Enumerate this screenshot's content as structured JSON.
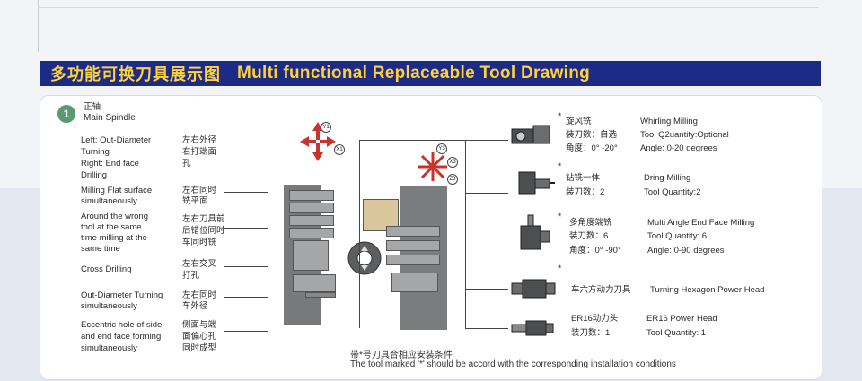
{
  "banner": {
    "title_cn": "多功能可换刀具展示图",
    "title_en": "Multi functional Replaceable Tool Drawing"
  },
  "spindle": {
    "number": "1",
    "cn": "正轴",
    "en": "Main Spindle"
  },
  "left_ops": [
    {
      "en": [
        "Left: Out-Diameter",
        "Turning",
        "Right: End face",
        "Drilling"
      ],
      "cn": [
        "左右外径",
        "右打端面",
        "孔"
      ]
    },
    {
      "en": [
        "Milling Flat surface",
        "simultaneously"
      ],
      "cn": [
        "左右同时",
        "铣平面"
      ]
    },
    {
      "en": [
        "Around the wrong",
        "tool at the same",
        "time milling at the",
        "same time"
      ],
      "cn": [
        "左右刀具前",
        "后错位同时",
        "车同时铣"
      ]
    },
    {
      "en": [
        "Cross Drilling"
      ],
      "cn": [
        "左右交叉",
        "打孔"
      ]
    },
    {
      "en": [
        "Out-Diameter Turning",
        "simultaneously"
      ],
      "cn": [
        "左右同时",
        "车外径"
      ]
    },
    {
      "en": [
        "Eccentric hole of side",
        "and end face forming",
        "simultaneously"
      ],
      "cn": [
        "侧面与端",
        "面偏心孔",
        "同时成型"
      ]
    }
  ],
  "axes": {
    "left": [
      "Y1",
      "X1"
    ],
    "right": [
      "Y3",
      "X3",
      "Z3"
    ]
  },
  "tools": [
    {
      "star": "*",
      "cn_name": "旋风铣",
      "cn_qty": "装刀数：自选",
      "cn_angle": "角度：0° -20°",
      "en_name": "Whirling Milling",
      "en_qty": "Tool Q2uantity:Optional",
      "en_angle": "Angle: 0-20 degrees"
    },
    {
      "star": "*",
      "cn_name": "钻铣一体",
      "cn_qty": "装刀数：2",
      "en_name": "Dring  Milling",
      "en_qty": "Tool Quantity:2"
    },
    {
      "star": "*",
      "cn_name": "多角度端铣",
      "cn_qty": "装刀数：6",
      "cn_angle": "角度：0° -90°",
      "en_name": "Multi Angle End Face Milling",
      "en_qty": "Tool Quantity: 6",
      "en_angle": "Angle: 0-90 degrees"
    },
    {
      "star": "*",
      "cn_name": "车六方动力刀具",
      "en_name": "Turning Hexagon Power Head"
    },
    {
      "cn_name": "ER16动力头",
      "cn_qty": "装刀数：1",
      "en_name": "ER16 Power Head",
      "en_qty": "Tool Quantity: 1"
    }
  ],
  "note": {
    "cn": "带*号刀具合相应安装条件",
    "en": "The tool marked '*' should be accord with the corresponding installation conditions"
  },
  "colors": {
    "banner_bg": "#1d2a86",
    "banner_text": "#ffd23a",
    "axis_arrow": "#c8342b",
    "number_badge": "#5a9a70"
  }
}
